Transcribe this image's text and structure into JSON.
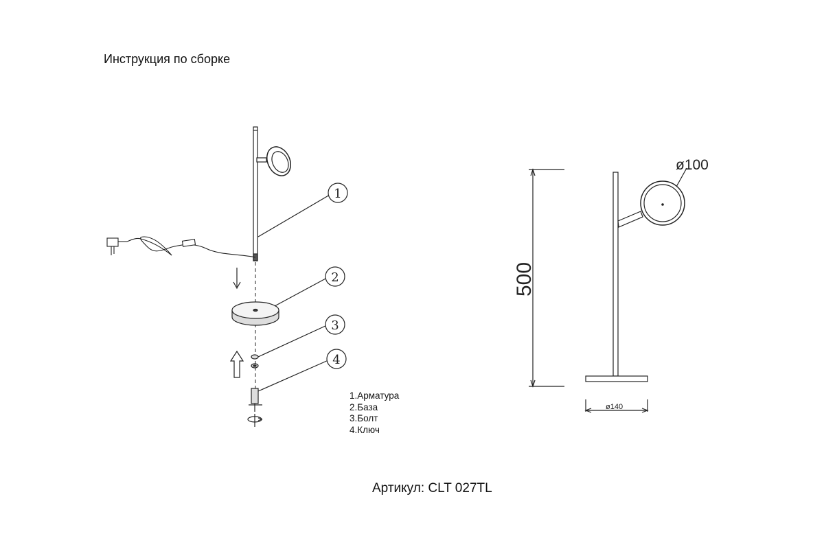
{
  "header": {
    "title": "Инструкция по сборке"
  },
  "footer": {
    "article": "Артикул: CLT 027TL"
  },
  "legend": {
    "items": [
      "1.Арматура",
      "2.База",
      "3.Болт",
      "4.Ключ"
    ]
  },
  "callouts": [
    "1",
    "2",
    "3",
    "4"
  ],
  "dimensions": {
    "height": "500",
    "head_diameter": "ø100",
    "base_diameter": "ø140"
  }
}
